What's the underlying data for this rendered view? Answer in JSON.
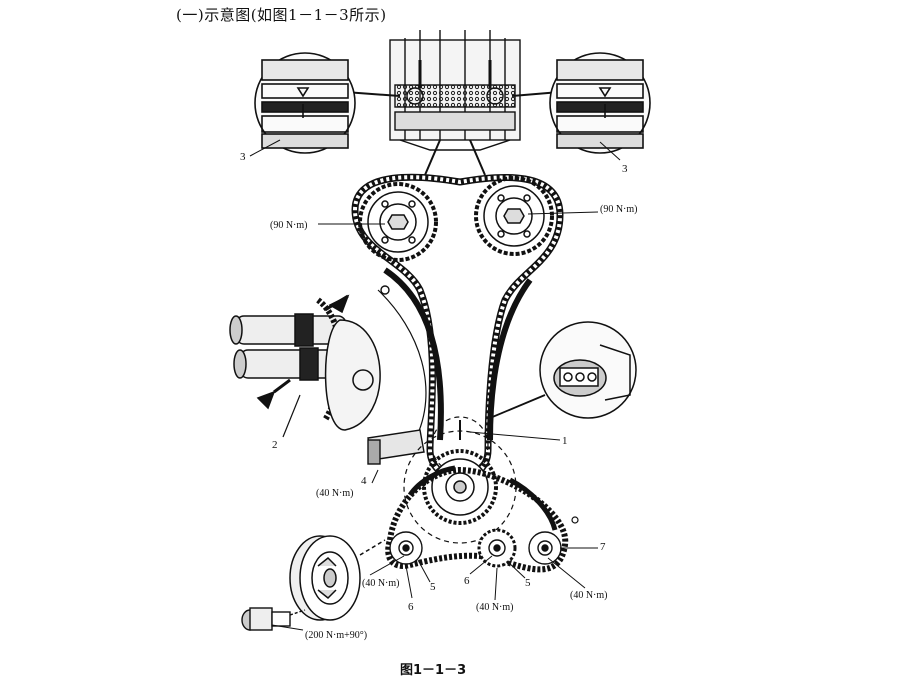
{
  "header": {
    "text": "(一)示意图(如图1－1－3所示)"
  },
  "caption": {
    "text": "图1－1－3"
  },
  "torques": {
    "cam_left": "(90 N·m)",
    "cam_right": "(90 N·m)",
    "sensor": "(40 N·m)",
    "pulley_left": "(40 N·m)",
    "pulley_mid": "(40 N·m)",
    "pulley_right": "(40 N·m)",
    "crank_bolt": "(200 N·m+90°)"
  },
  "callouts": {
    "c1": "1",
    "c2": "2",
    "c3_left": "3",
    "c3_right": "3",
    "c4": "4",
    "c5_left": "5",
    "c5_right": "5",
    "c6_left": "6",
    "c6_right": "6",
    "c7": "7"
  }
}
